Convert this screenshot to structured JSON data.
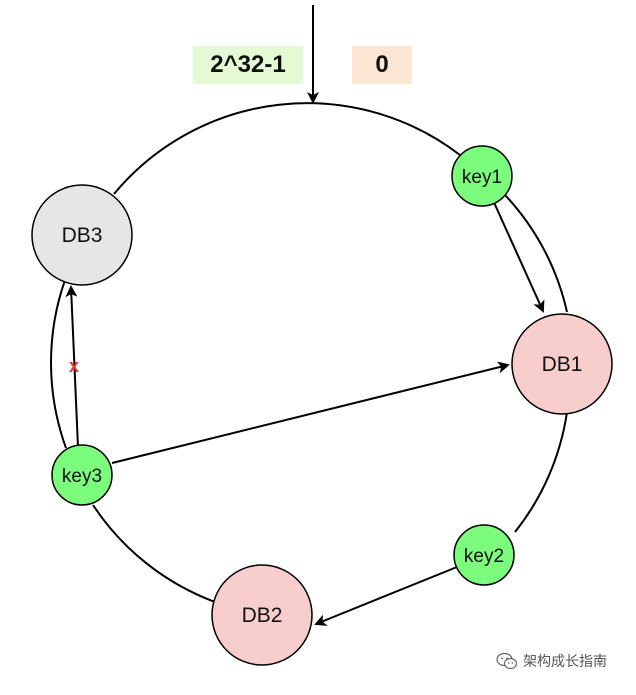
{
  "diagram": {
    "ring_labels": {
      "max": "2^32-1",
      "zero": "0"
    },
    "servers": {
      "db1": "DB1",
      "db2": "DB2",
      "db3": "DB3"
    },
    "keys": {
      "key1": "key1",
      "key2": "key2",
      "key3": "key3"
    },
    "failed_mark": "x",
    "colors": {
      "ring": "#000000",
      "db_active": "#f8cecc",
      "db_down": "#e6e6e6",
      "key_fill": "#7cfc7c",
      "label_max_bg": "#e4f9d4",
      "label_zero_bg": "#fbe6d4",
      "failed_mark": "#e03a2f"
    }
  },
  "watermark": {
    "text": "架构成长指南",
    "icon": "wechat-icon"
  }
}
